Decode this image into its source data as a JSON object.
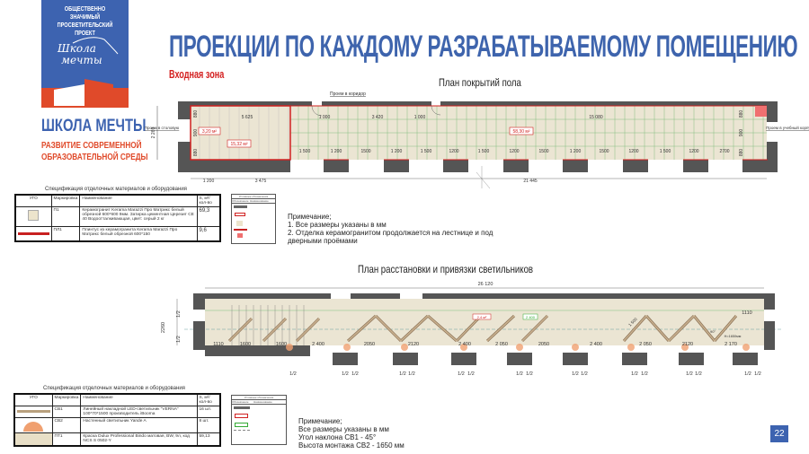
{
  "logo": {
    "top_text": "ОБЩЕСТВЕННО ЗНАЧИМЫЙ ПРОСВЕТИТЕЛЬСКИЙ ПРОЕКТ",
    "script_line1": "Школа",
    "script_line2": "мечты",
    "brand": "ШКОЛА МЕЧТЫ",
    "subtitle_line1": "РАЗВИТИЕ СОВРЕМЕННОЙ",
    "subtitle_line2": "ОБРАЗОВАТЕЛЬНОЙ СРЕДЫ"
  },
  "title": "ПРОЕКЦИИ ПО КАЖДОМУ РАЗРАБАТЫВАЕМОМУ ПОМЕЩЕНИЮ",
  "zone": "Входная зона",
  "floor_plan": {
    "caption": "План покрытий пола",
    "labels": {
      "corridor": "Проем в коридор",
      "canteen": "Проем в столовую",
      "building": "Проем в учебный корпус"
    },
    "areas": [
      "3,20 м²",
      "15,32 м²",
      "58,30 м²"
    ],
    "top_dims": [
      "5 625",
      "1 000",
      "3 420",
      "1 000",
      "15 080"
    ],
    "bottom_dims": [
      "1 500",
      "1 200",
      "1500",
      "1 200",
      "1 500",
      "1200",
      "1 500",
      "1200",
      "1500",
      "1 200",
      "1500",
      "1200",
      "1 500",
      "1200",
      "2700"
    ],
    "left_dims": [
      "880",
      "900",
      "880"
    ],
    "right_dims": [
      "880",
      "900",
      "880"
    ],
    "height_dim": "2 260",
    "under_dims": [
      "1 200",
      "3 475",
      "21 445"
    ]
  },
  "spec1": {
    "caption": "Спецификация отделочных материалов и оборудования",
    "headers": [
      "УГО",
      "Маркировка",
      "Наименование",
      "S, м²/ кол-во"
    ],
    "rows": [
      {
        "mark": "П1",
        "name": "Керамогранит Kerama Marazzi Про Матрикс белый обрезной 600*600 9мм. Затирка цементная Церезит CE 40 Водоотталкивающая, цвет: серый 2 кг",
        "qty": "69,3"
      },
      {
        "mark": "ПЛ1",
        "name": "Плинтус из керамогранита Kerama Marazzi Про Матрикс белый обрезной 600*150",
        "qty": "9,6"
      }
    ]
  },
  "note1": {
    "title": "Примечание;",
    "lines": [
      "1. Все размеры указаны в мм",
      "2. Отделка керамогранитом продолжается на лестнице и под",
      "дверными проёмами"
    ]
  },
  "light_plan": {
    "caption": "План расстановки и привязки светильников",
    "total_dim": "26 120",
    "height_dim": "2260",
    "half": "1/2",
    "dims": [
      "1110",
      "1600",
      "1600",
      "2 400",
      "2050",
      "2120",
      "2 400",
      "2 050",
      "2050",
      "2 400",
      "2 050",
      "2120",
      "2 170"
    ],
    "right_dim": "1110",
    "fixture_len": "1 500",
    "angle": "90°",
    "mount_height": "H=1650мм",
    "tags": [
      "2,4 м²",
      "2 400"
    ]
  },
  "spec2": {
    "caption": "Спецификация отделочных материалов и оборудования",
    "headers": [
      "УГО",
      "Маркировка",
      "Наименование",
      "S, м²/ кол-во"
    ],
    "rows": [
      {
        "mark": "СВ1",
        "name": "Линейный накладной LED-светильник \"VERNA\" 100*70*1500 производитель iBooma",
        "qty": "16 шт."
      },
      {
        "mark": "СВ2",
        "name": "Настенный светильник Yande A",
        "qty": "8 шт."
      },
      {
        "mark": "ПТ1",
        "name": "Краска Dulux Professional Bindo матовая, BW, 9л, код NCS S 0502-Y",
        "qty": "59,13"
      }
    ]
  },
  "note2": {
    "title": "Примечание;",
    "lines": [
      "Все размеры указаны в мм",
      "Угол наклона СВ1 - 45°",
      "Высота монтажа СВ2 - 1650 мм"
    ]
  },
  "legend": {
    "title": "Условные обозначения",
    "col1": "Обозначение",
    "col2": "Наименование"
  },
  "page_number": "22",
  "colors": {
    "brand_blue": "#3d63b0",
    "accent_red": "#e04a2a",
    "wall": "#555555",
    "floor": "#ebe5d3",
    "grid": "#5fae5f"
  }
}
